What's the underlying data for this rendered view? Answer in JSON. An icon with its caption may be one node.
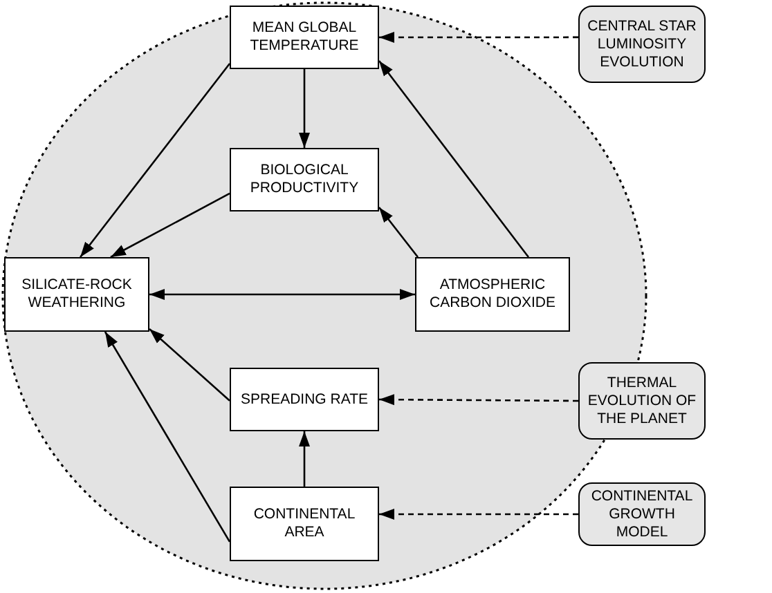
{
  "diagram": {
    "nodes": [
      {
        "text": [],
        "shape": "circle"
      },
      {
        "text": [
          "MEAN GLOBAL TEMPERATURE"
        ],
        "in": 0
      },
      {
        "text": [
          "BIOLOGICAL PRODUCTIVITY"
        ],
        "in": 0
      },
      {
        "text": [
          "SILICATE-ROCK WEATHERING"
        ],
        "in": 0
      },
      {
        "text": [
          "ATMOSPHERIC CARBON DIOXIDE"
        ],
        "in": 0
      },
      {
        "text": [
          "SPREADING RATE"
        ],
        "in": 0
      },
      {
        "text": [
          "CONTINENTAL AREA"
        ],
        "in": 0
      },
      {
        "text": [
          "CENTRAL STAR LUMINOSITY EVOLUTION"
        ]
      },
      {
        "text": [
          "THERMAL EVOLUTION OF THE PLANET"
        ]
      },
      {
        "text": [
          "CONTINENTAL GROWTH MODEL"
        ]
      }
    ],
    "edges": [
      {
        "from": 1,
        "to": 2,
        "arrow": "to"
      },
      {
        "from": 1,
        "to": 3,
        "arrow": "to"
      },
      {
        "from": 2,
        "to": 3,
        "arrow": "to"
      },
      {
        "from": 4,
        "to": 1,
        "arrow": "to"
      },
      {
        "from": 4,
        "to": 2,
        "arrow": "to"
      },
      {
        "from": 3,
        "to": 4,
        "arrow": "both"
      },
      {
        "from": 5,
        "to": 3,
        "arrow": "to"
      },
      {
        "from": 6,
        "to": 5,
        "arrow": "to"
      },
      {
        "from": 6,
        "to": 3,
        "arrow": "to"
      },
      {
        "from": 7,
        "to": 1,
        "arrow": "to",
        "style": "dashed"
      },
      {
        "from": 8,
        "to": 5,
        "arrow": "to",
        "style": "dashed"
      },
      {
        "from": 9,
        "to": 6,
        "arrow": "to",
        "style": "dashed"
      }
    ]
  }
}
